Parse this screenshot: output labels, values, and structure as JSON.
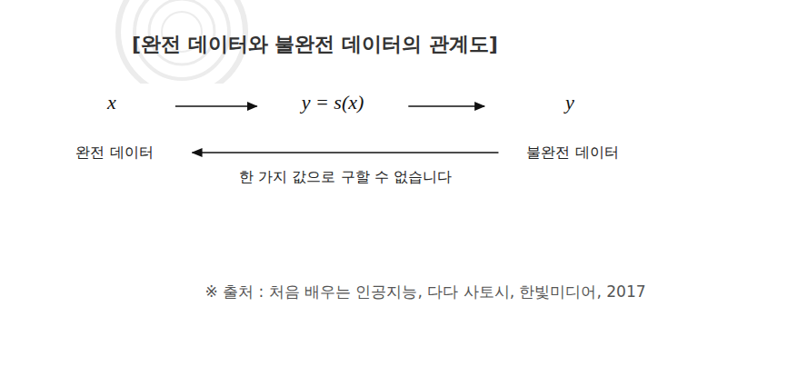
{
  "diagram": {
    "title": "[완전 데이터와 불완전 데이터의 관계도]",
    "caption": "※ 출처 : 처음 배우는 인공지능, 다다 사토시, 한빛미디어, 2017",
    "nodes": [
      {
        "text": [
          "x"
        ]
      },
      {
        "text": [
          "y = s(x)"
        ]
      },
      {
        "text": [
          "y"
        ]
      },
      {
        "text": [
          "완전 데이터"
        ]
      },
      {
        "text": [
          "불완전 데이터"
        ]
      }
    ],
    "edges": [
      {
        "from": 0,
        "to": 1,
        "arrow": "to"
      },
      {
        "from": 1,
        "to": 2,
        "arrow": "to"
      },
      {
        "from": 4,
        "to": 3,
        "label": "한 가지 값으로 구할 수 없습니다",
        "arrow": "to"
      }
    ]
  }
}
